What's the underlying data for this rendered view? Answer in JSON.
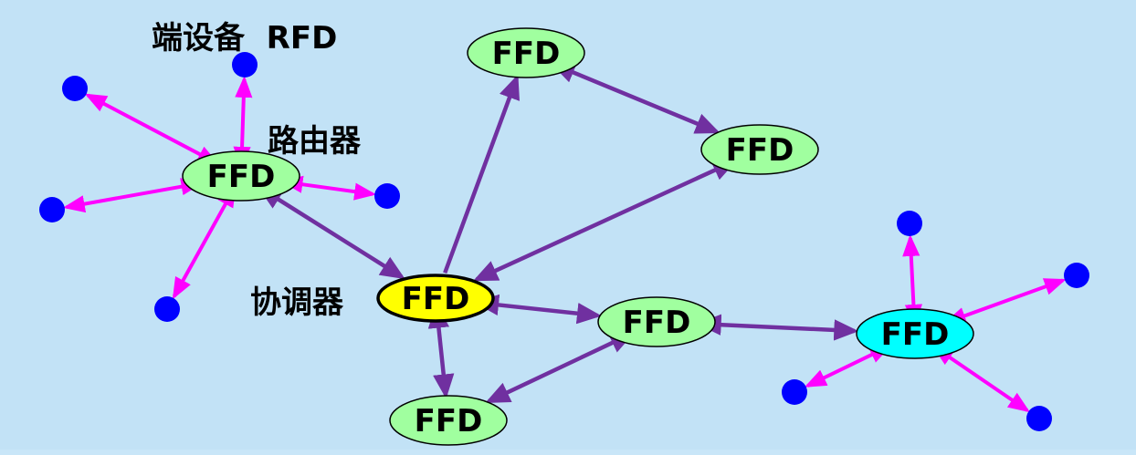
{
  "diagram": {
    "title": "ZigBee network topology",
    "labels": {
      "end_device": "端设备  RFD",
      "router": "路由器",
      "coordinator": "协调器"
    },
    "colors": {
      "background": "#c2e2f6",
      "ffd_fill": "#a0ff9f",
      "coordinator_fill": "#ffff00",
      "cluster_head_fill": "#00ffff",
      "rfd_fill": "#0000ff",
      "backbone_link": "#7030a0",
      "rfd_link": "#ff00ff"
    },
    "nodes": [
      {
        "id": "router",
        "type": "FFD",
        "role": "router",
        "label": "FFD"
      },
      {
        "id": "top",
        "type": "FFD",
        "role": "router",
        "label": "FFD"
      },
      {
        "id": "right",
        "type": "FFD",
        "role": "router",
        "label": "FFD"
      },
      {
        "id": "coord",
        "type": "FFD",
        "role": "coordinator",
        "label": "FFD"
      },
      {
        "id": "mid",
        "type": "FFD",
        "role": "router",
        "label": "FFD"
      },
      {
        "id": "bottom",
        "type": "FFD",
        "role": "router",
        "label": "FFD"
      },
      {
        "id": "cyan",
        "type": "FFD",
        "role": "cluster-head",
        "label": "FFD"
      },
      {
        "id": "r1",
        "type": "RFD",
        "role": "end-device",
        "label": ""
      },
      {
        "id": "r2",
        "type": "RFD",
        "role": "end-device",
        "label": ""
      },
      {
        "id": "r3",
        "type": "RFD",
        "role": "end-device",
        "label": ""
      },
      {
        "id": "r4",
        "type": "RFD",
        "role": "end-device",
        "label": ""
      },
      {
        "id": "r5",
        "type": "RFD",
        "role": "end-device",
        "label": ""
      },
      {
        "id": "c1",
        "type": "RFD",
        "role": "end-device",
        "label": ""
      },
      {
        "id": "c2",
        "type": "RFD",
        "role": "end-device",
        "label": ""
      },
      {
        "id": "c3",
        "type": "RFD",
        "role": "end-device",
        "label": ""
      },
      {
        "id": "c4",
        "type": "RFD",
        "role": "end-device",
        "label": ""
      }
    ],
    "links": [
      {
        "from": "router",
        "to": "coord",
        "kind": "backbone",
        "bidirectional": true
      },
      {
        "from": "coord",
        "to": "top",
        "kind": "backbone",
        "bidirectional": false
      },
      {
        "from": "top",
        "to": "right",
        "kind": "backbone",
        "bidirectional": true
      },
      {
        "from": "right",
        "to": "coord",
        "kind": "backbone",
        "bidirectional": true
      },
      {
        "from": "coord",
        "to": "mid",
        "kind": "backbone",
        "bidirectional": true
      },
      {
        "from": "coord",
        "to": "bottom",
        "kind": "backbone",
        "bidirectional": true
      },
      {
        "from": "mid",
        "to": "bottom",
        "kind": "backbone",
        "bidirectional": true
      },
      {
        "from": "mid",
        "to": "cyan",
        "kind": "backbone",
        "bidirectional": true
      },
      {
        "from": "router",
        "to": "r1",
        "kind": "rfd",
        "bidirectional": true
      },
      {
        "from": "router",
        "to": "r2",
        "kind": "rfd",
        "bidirectional": true
      },
      {
        "from": "router",
        "to": "r3",
        "kind": "rfd",
        "bidirectional": true
      },
      {
        "from": "router",
        "to": "r4",
        "kind": "rfd",
        "bidirectional": true
      },
      {
        "from": "router",
        "to": "r5",
        "kind": "rfd",
        "bidirectional": true
      },
      {
        "from": "cyan",
        "to": "c1",
        "kind": "rfd",
        "bidirectional": true
      },
      {
        "from": "cyan",
        "to": "c2",
        "kind": "rfd",
        "bidirectional": true
      },
      {
        "from": "cyan",
        "to": "c3",
        "kind": "rfd",
        "bidirectional": true
      },
      {
        "from": "cyan",
        "to": "c4",
        "kind": "rfd",
        "bidirectional": true
      }
    ]
  }
}
